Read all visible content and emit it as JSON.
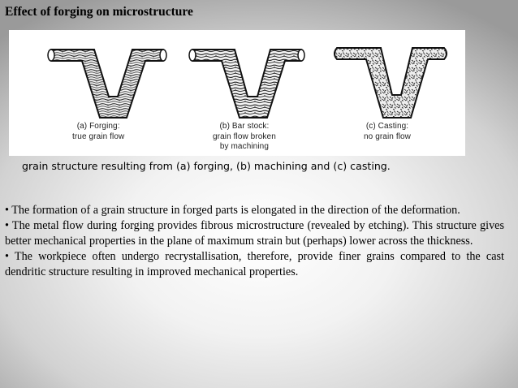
{
  "title": "Effect of forging on microstructure",
  "figure": {
    "panels": [
      {
        "id": "a",
        "lines": [
          "(a) Forging:",
          "true grain flow"
        ],
        "texture": "elongated-grain"
      },
      {
        "id": "b",
        "lines": [
          "(b) Bar stock:",
          "grain flow broken",
          "by machining"
        ],
        "texture": "cut-grain"
      },
      {
        "id": "c",
        "lines": [
          "(c) Casting:",
          "no grain flow"
        ],
        "texture": "random-grain"
      }
    ]
  },
  "caption": "grain structure resulting from (a) forging, (b) machining and (c) casting.",
  "bullets": [
    "• The formation of a grain structure in forged parts is elongated in the direction of the deformation.",
    "• The metal flow during forging provides fibrous microstructure (revealed by etching). This structure gives better mechanical properties in the plane of maximum strain but (perhaps) lower across the thickness.",
    "• The workpiece often undergo recrystallisation, therefore, provide finer grains compared to the cast dendritic structure resulting in improved mechanical properties."
  ]
}
